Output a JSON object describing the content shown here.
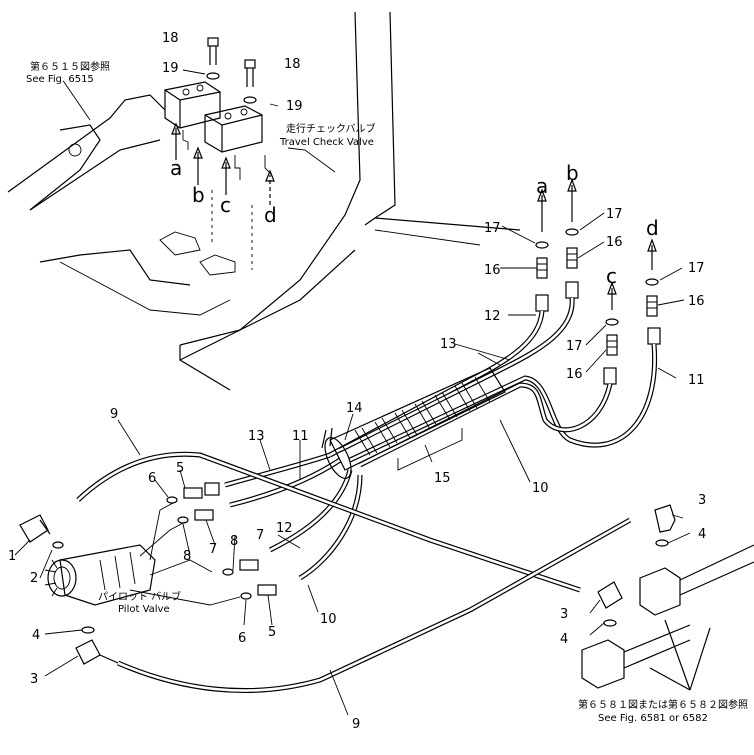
{
  "callouts": {
    "n1": "1",
    "n2": "2",
    "n3a": "3",
    "n3b": "3",
    "n3c": "3",
    "n4a": "4",
    "n4b": "4",
    "n4c": "4",
    "n5a": "5",
    "n5b": "5",
    "n6a": "6",
    "n6b": "6",
    "n7a": "7",
    "n7b": "7",
    "n8a": "8",
    "n8b": "8",
    "n9a": "9",
    "n9b": "9",
    "n10a": "10",
    "n10b": "10",
    "n11a": "11",
    "n11b": "11",
    "n12a": "12",
    "n12b": "12",
    "n13a": "13",
    "n13b": "13",
    "n14": "14",
    "n15": "15",
    "n16a": "16",
    "n16b": "16",
    "n16c": "16",
    "n16d": "16",
    "n17a": "17",
    "n17b": "17",
    "n17c": "17",
    "n17d": "17",
    "n18a": "18",
    "n18b": "18",
    "n19a": "19",
    "n19b": "19"
  },
  "ports": {
    "a1": "a",
    "b1": "b",
    "c1": "c",
    "d1": "d",
    "a2": "a",
    "b2": "b",
    "c2": "c",
    "d2": "d"
  },
  "labels": {
    "ref6515_jp": "第６５１５図参照",
    "ref6515_en": "See Fig. 6515",
    "travel_jp": "走行チェックバルブ",
    "travel_en": "Travel Check Valve",
    "pilot_jp": "パイロット バルブ",
    "pilot_en": "Pilot Valve",
    "ref6581_jp": "第６５８１図または第６５８２図参照",
    "ref6581_en": "See Fig. 6581 or 6582"
  }
}
